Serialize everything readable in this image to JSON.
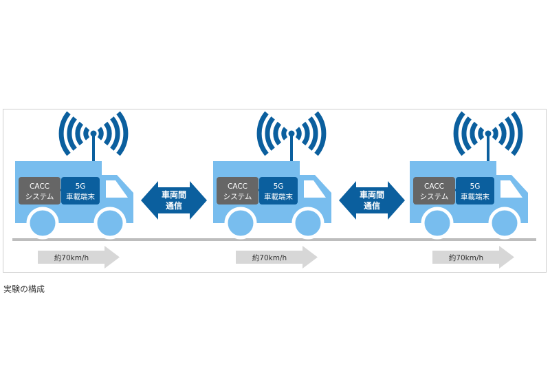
{
  "colors": {
    "truck_body": "#78BDEE",
    "truck_window": "#FFFFFF",
    "cacc_box": "#666666",
    "terminal_box": "#0B5F9E",
    "antenna": "#0B5F9E",
    "comm_arrow": "#0B5F9E",
    "road": "#BDBDBD",
    "speed_arrow": "#D7D7D7",
    "frame_border": "#CFCFCF"
  },
  "trucks": [
    {
      "cacc_line1": "CACC",
      "cacc_line2": "システム",
      "terminal_line1": "5G",
      "terminal_line2": "車載端末",
      "speed_label": "約70km/h"
    },
    {
      "cacc_line1": "CACC",
      "cacc_line2": "システム",
      "terminal_line1": "5G",
      "terminal_line2": "車載端末",
      "speed_label": "約70km/h"
    },
    {
      "cacc_line1": "CACC",
      "cacc_line2": "システム",
      "terminal_line1": "5G",
      "terminal_line2": "車載端末",
      "speed_label": "約70km/h"
    }
  ],
  "comm_arrows": [
    {
      "line1": "車両間",
      "line2": "通信"
    },
    {
      "line1": "車両間",
      "line2": "通信"
    }
  ],
  "caption": "実験の構成"
}
